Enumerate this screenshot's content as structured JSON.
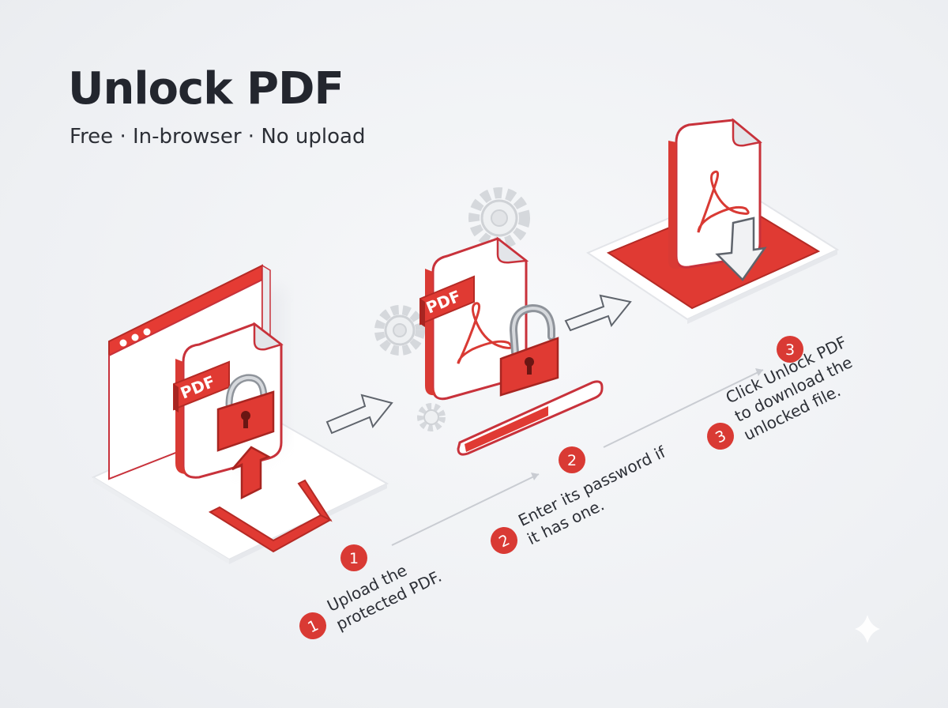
{
  "header": {
    "title": "Unlock PDF",
    "subtitle": "Free · In-browser · No upload"
  },
  "badges": {
    "pdf_label": "PDF"
  },
  "steps": [
    {
      "number": "1",
      "text_line1": "Upload the",
      "text_line2": "protected PDF."
    },
    {
      "number": "2",
      "text_line1": "Enter its password if",
      "text_line2": "it has one."
    },
    {
      "number": "3",
      "text_line1": "Click Unlock PDF",
      "text_line2": "to download the",
      "text_line3": "unlocked file."
    }
  ],
  "colors": {
    "accent": "#d93a34",
    "accent_dark": "#b52a25",
    "outline": "#c03530",
    "text": "#23262e",
    "gear": "#d7dade",
    "connector": "#c9ccd2"
  }
}
